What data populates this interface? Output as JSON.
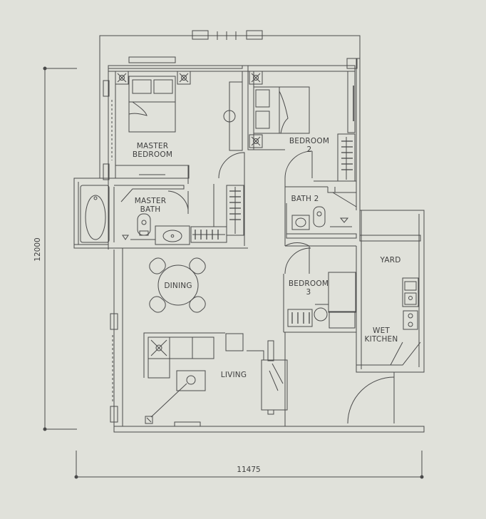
{
  "rooms": {
    "master_bedroom": [
      "MASTER",
      "BEDROOM"
    ],
    "bedroom2": [
      "BEDROOM",
      "2"
    ],
    "master_bath": [
      "MASTER",
      "BATH"
    ],
    "bath2": "BATH 2",
    "yard": "YARD",
    "dining": "DINING",
    "bedroom3": [
      "BEDROOM",
      "3"
    ],
    "wet_kitchen": [
      "WET",
      "KITCHEN"
    ],
    "living": "LIVING"
  },
  "dimensions": {
    "height": "12000",
    "width": "11475"
  },
  "colors": {
    "background": "#e0e1da",
    "line": "#4a4a4a"
  }
}
